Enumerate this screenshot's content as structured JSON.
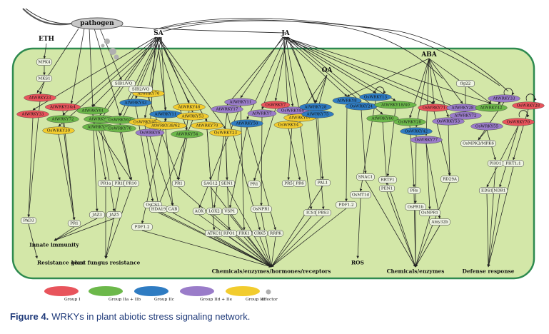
{
  "diagram": {
    "top_labels": {
      "eth": "ETH",
      "sa": "SA",
      "ja": "JA",
      "pathogen": "pathogen",
      "aba": "ABA",
      "oa": "OA"
    },
    "colors": {
      "group_i": "#e8545c",
      "group_iia_iib": "#6cb84a",
      "group_iic": "#2f7cc2",
      "group_iid_iie": "#9a7cc9",
      "group_iii": "#f2cc2e",
      "effector": "#b0b0b0",
      "panel_fill": "#d3e7a8",
      "panel_border": "#2e8a4f",
      "box_fill": "#eef3e2"
    },
    "wrky": [
      {
        "label": "AtWRKY23",
        "group": "i"
      },
      {
        "label": "AtWRKY3&4",
        "group": "i"
      },
      {
        "label": "AtWRKY33",
        "group": "i"
      },
      {
        "label": "AtWRKY72",
        "group": "iia"
      },
      {
        "label": "OsWRKY30",
        "group": "iii"
      },
      {
        "label": "AtWRKY61",
        "group": "iia"
      },
      {
        "label": "AtWRKY46",
        "group": "iia"
      },
      {
        "label": "AtWRKY22",
        "group": "iia"
      },
      {
        "label": "OsWRKY62",
        "group": "iia"
      },
      {
        "label": "OsWRKY76",
        "group": "iia"
      },
      {
        "label": "AtWRKY70",
        "group": "iii"
      },
      {
        "label": "AtWRKY43",
        "group": "iic"
      },
      {
        "label": "OsWRKY45",
        "group": "iii"
      },
      {
        "label": "OsWRKY6",
        "group": "iid"
      },
      {
        "label": "AtWRKY11",
        "group": "iic"
      },
      {
        "label": "AtWRKY46",
        "group": "iii"
      },
      {
        "label": "AtWRKY53",
        "group": "iii"
      },
      {
        "label": "AtWRKY38/62",
        "group": "iii"
      },
      {
        "label": "AtWRKY54",
        "group": "iia"
      },
      {
        "label": "AtWRKY70",
        "group": "iii"
      },
      {
        "label": "OsWRKY23",
        "group": "iii"
      },
      {
        "label": "AtWRKY11",
        "group": "iid"
      },
      {
        "label": "AtWRKY17",
        "group": "iid"
      },
      {
        "label": "AtWRKY50",
        "group": "iic"
      },
      {
        "label": "OsWRKY7",
        "group": "i"
      },
      {
        "label": "AtWRKY7",
        "group": "iid"
      },
      {
        "label": "OsWRKY80",
        "group": "iid"
      },
      {
        "label": "OsWRKY4",
        "group": "iii"
      },
      {
        "label": "AtWRKY67",
        "group": "iii"
      },
      {
        "label": "AtWRKY28",
        "group": "iic"
      },
      {
        "label": "AtWRKY75",
        "group": "iic"
      },
      {
        "label": "AtWRKY8",
        "group": "iic"
      },
      {
        "label": "OsWRKY13",
        "group": "iic"
      },
      {
        "label": "OsWRKY24",
        "group": "iic"
      },
      {
        "label": "AtWRKY18/40",
        "group": "iia"
      },
      {
        "label": "AtWRKY60",
        "group": "iia"
      },
      {
        "label": "OsWRKY28",
        "group": "iia"
      },
      {
        "label": "OsWRKY42",
        "group": "iic"
      },
      {
        "label": "OsWRKY77",
        "group": "iid"
      },
      {
        "label": "OsWRKY71",
        "group": "i"
      },
      {
        "label": "OsWRKY53",
        "group": "iid"
      },
      {
        "label": "AtWRKY28",
        "group": "iid"
      },
      {
        "label": "AtWRKY42",
        "group": "iia"
      },
      {
        "label": "AtWRKY72",
        "group": "iid"
      },
      {
        "label": "AtWRKY33",
        "group": "iid"
      },
      {
        "label": "OsWRKY55",
        "group": "iid"
      },
      {
        "label": "OsWRKY28",
        "group": "i"
      },
      {
        "label": "OsWRKY70",
        "group": "i"
      }
    ],
    "genes": [
      "MPK4",
      "MKS1",
      "SIB1/VQ",
      "SIB2/VQ",
      "PR1a",
      "PR1b",
      "PR10",
      "JAZ3",
      "JAZ5",
      "PAD3",
      "PR1",
      "PR1",
      "OsCS1",
      "HDA19",
      "CAB",
      "PDF1.2",
      "SAG12",
      "SEN1",
      "AOX",
      "LOX2",
      "VSP1",
      "ATKC1",
      "RFO1",
      "FRK1",
      "CRK5",
      "RRPK",
      "PR1",
      "OsNPR1",
      "PR5",
      "PR6",
      "ICS1",
      "PBS3",
      "PAL1",
      "PDF1.2",
      "OsMT1d",
      "SNAC1",
      "RRTF1",
      "PEN1",
      "PRs",
      "OsPR1b",
      "OsNPR1",
      "Amy32b",
      "RD29A",
      "flg22",
      "OsMPK3/MPK6",
      "PHO1",
      "PHT1;1",
      "EDS1",
      "NDR1"
    ],
    "outcomes": [
      "Innate immunity",
      "Resistance gene",
      "blast fungus resistance",
      "Chemicals/enzymes/hormones/receptors",
      "ROS",
      "Chemicals/enzymes",
      "Defense response"
    ]
  },
  "legend": {
    "items": [
      {
        "label": "Group I",
        "key": "group_i"
      },
      {
        "label": "Group IIa + IIb",
        "key": "group_iia_iib"
      },
      {
        "label": "Group IIc",
        "key": "group_iic"
      },
      {
        "label": "Group IId + IIe",
        "key": "group_iid_iie"
      },
      {
        "label": "Group III",
        "key": "group_iii"
      }
    ],
    "effector_label": "effector"
  },
  "caption": {
    "figure": "Figure 4.",
    "text": "WRKYs in plant abiotic stress signaling network."
  }
}
